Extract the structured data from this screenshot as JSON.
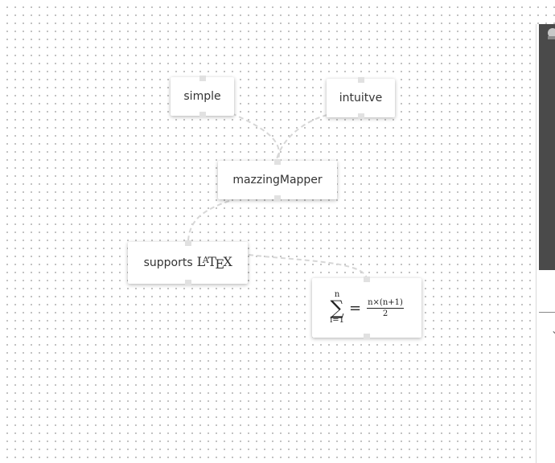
{
  "nodes": {
    "simple": {
      "label": "simple"
    },
    "intuitve": {
      "label": "intuitve"
    },
    "mazzingMapper": {
      "label": "mazzingMapper"
    },
    "supports_latex": {
      "label": "supports",
      "logo": {
        "L": "L",
        "A": "A",
        "T": "T",
        "E": "E",
        "X": "X"
      }
    },
    "formula": {
      "upper": "n",
      "sigma": "∑",
      "lower": "i=1",
      "equals": "=",
      "numerator": "n×(n+1)",
      "denominator": "2"
    }
  },
  "edges": [
    {
      "from": "simple",
      "to": "mazzingMapper"
    },
    {
      "from": "intuitve",
      "to": "mazzingMapper"
    },
    {
      "from": "mazzingMapper",
      "to": "supports_latex"
    },
    {
      "from": "supports_latex",
      "to": "formula"
    }
  ],
  "side_panel": {
    "chevron_icon": "chevron-down-icon",
    "colors": {
      "dark": "#4a4a4a"
    }
  },
  "colors": {
    "canvas_dots": "#b9b9b9",
    "edge": "#d7d7d7",
    "port": "#e1e1e1",
    "text": "#333333"
  }
}
